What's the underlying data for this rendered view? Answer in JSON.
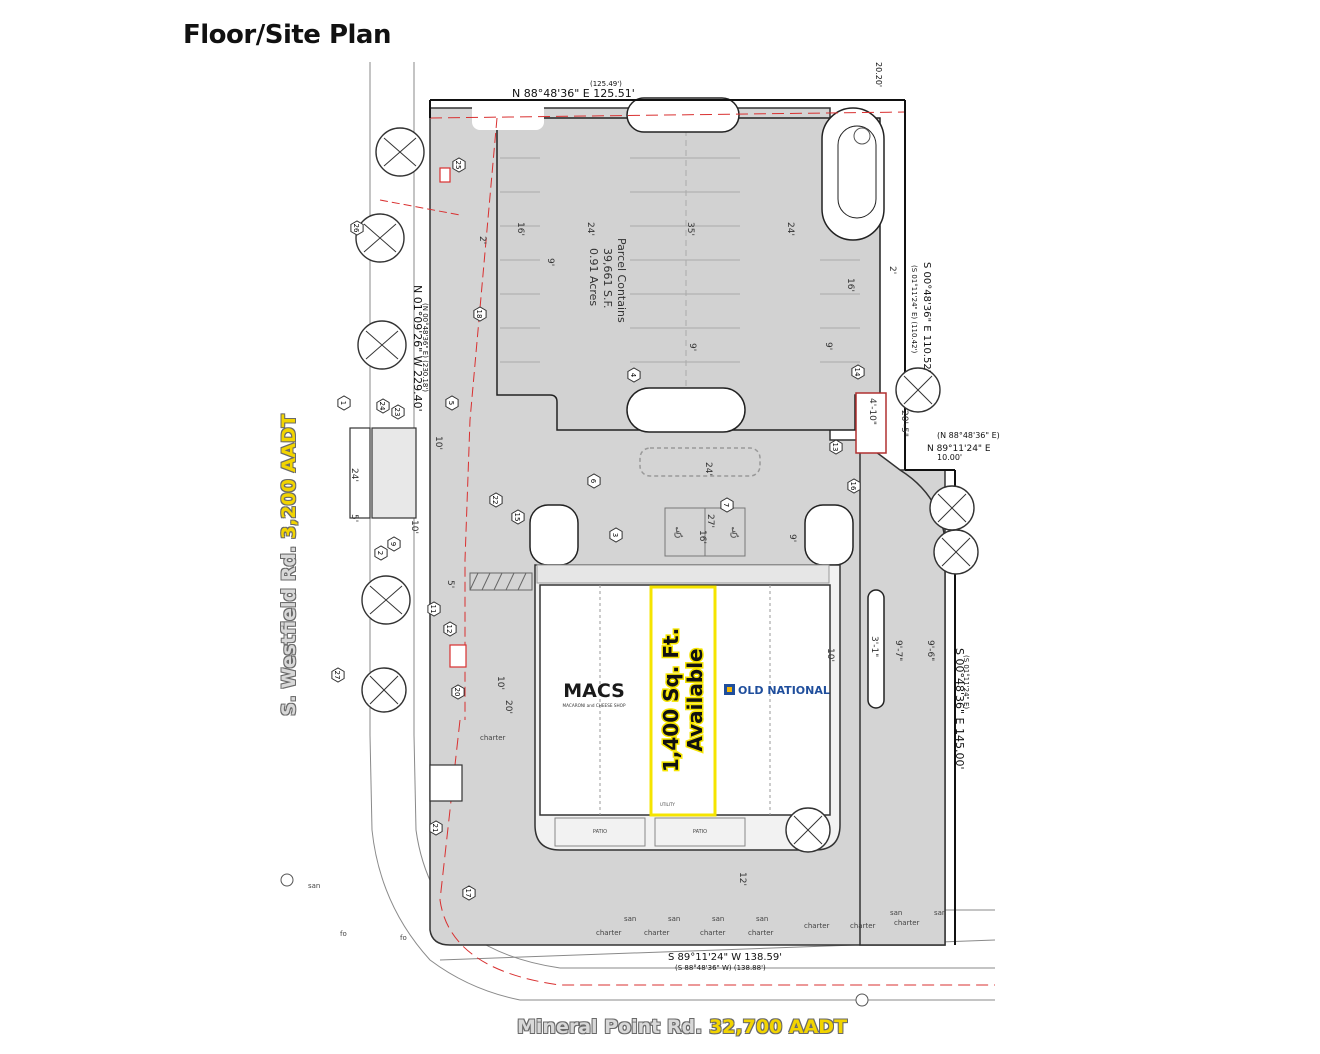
{
  "header": {
    "title": "Floor/Site Plan"
  },
  "roads": {
    "west": {
      "name": "S. Westfield Rd.",
      "aadt": "3,200 AADT"
    },
    "south": {
      "name": "Mineral Point Rd.",
      "aadt": "32,700 AADT"
    }
  },
  "parcel": {
    "line1": "Parcel Contains",
    "line2": "39,661 S.F.",
    "line3": "0.91 Acres"
  },
  "bearings": {
    "north": "N 88°48'36\" E  125.51'",
    "north_record": "(125.49')",
    "west": "N 01°09'26\" W  229.40'",
    "west_record": "(N 00°48'36\" E) (230.18')",
    "east_upper": "S 00°48'36\" E  110.52'",
    "east_upper_record": "(S 01°11'24\" E) (110.42')",
    "east_lower": "S 00°48'36\" E  145.00'",
    "east_lower_record": "(S 01°11'24\" E)",
    "jog": "N 89°11'24\" E",
    "jog_dist": "10.00'",
    "jog_record": "(N 88°48'36\" E)",
    "south": "S 89°11'24\" W  138.59'",
    "south_record": "(S 88°48'36\" W) (138.88')",
    "ne_corner": "20.20'"
  },
  "dims": {
    "d24a": "24'",
    "d16a": "16'",
    "d35": "35'",
    "d24b": "24'",
    "d9a": "9'",
    "d16b": "16'",
    "d9b": "9'",
    "d9c": "9'",
    "d24c": "24'",
    "d2a": "2'",
    "d2b": "2'",
    "d10a": "10'",
    "d24d": "24'",
    "d5a": "5'",
    "d10b": "10'",
    "d5b": "5'",
    "d27": "27'",
    "d16c": "16'",
    "d9d": "9'",
    "d10c": "10'",
    "d9e": "9'-7\"",
    "d9f": "9'-6\"",
    "d3": "3'-1\"",
    "d10d": "10'",
    "d20": "20'",
    "d12": "12'",
    "d410": "4'-10\"",
    "d205": "20'-5\""
  },
  "tenants": {
    "macs": {
      "logo": "MACS",
      "sub": "MACARONI and CHEESE SHOP"
    },
    "available": {
      "line1": "1,400 Sq. Ft.",
      "line2": "Available"
    },
    "old_national": {
      "logo": "OLD NATIONAL"
    },
    "patio1": "PATIO",
    "patio2": "PATIO",
    "utility": "UTILITY"
  },
  "utilities": {
    "charter": "charter",
    "san": "san",
    "fo": "fo"
  },
  "keynotes": [
    "1",
    "2",
    "3",
    "4",
    "5",
    "6",
    "7",
    "9",
    "11",
    "12",
    "13",
    "14",
    "15",
    "16",
    "17",
    "18",
    "20",
    "21",
    "22",
    "23",
    "24",
    "25",
    "26",
    "27"
  ],
  "colors": {
    "pavement": "#d4d4d4",
    "highlight": "#f5e400",
    "boundary": "#222222",
    "utility_red": "#d93030",
    "old_national_blue": "#1f4e9c",
    "macs_yellow": "#f2b705"
  }
}
